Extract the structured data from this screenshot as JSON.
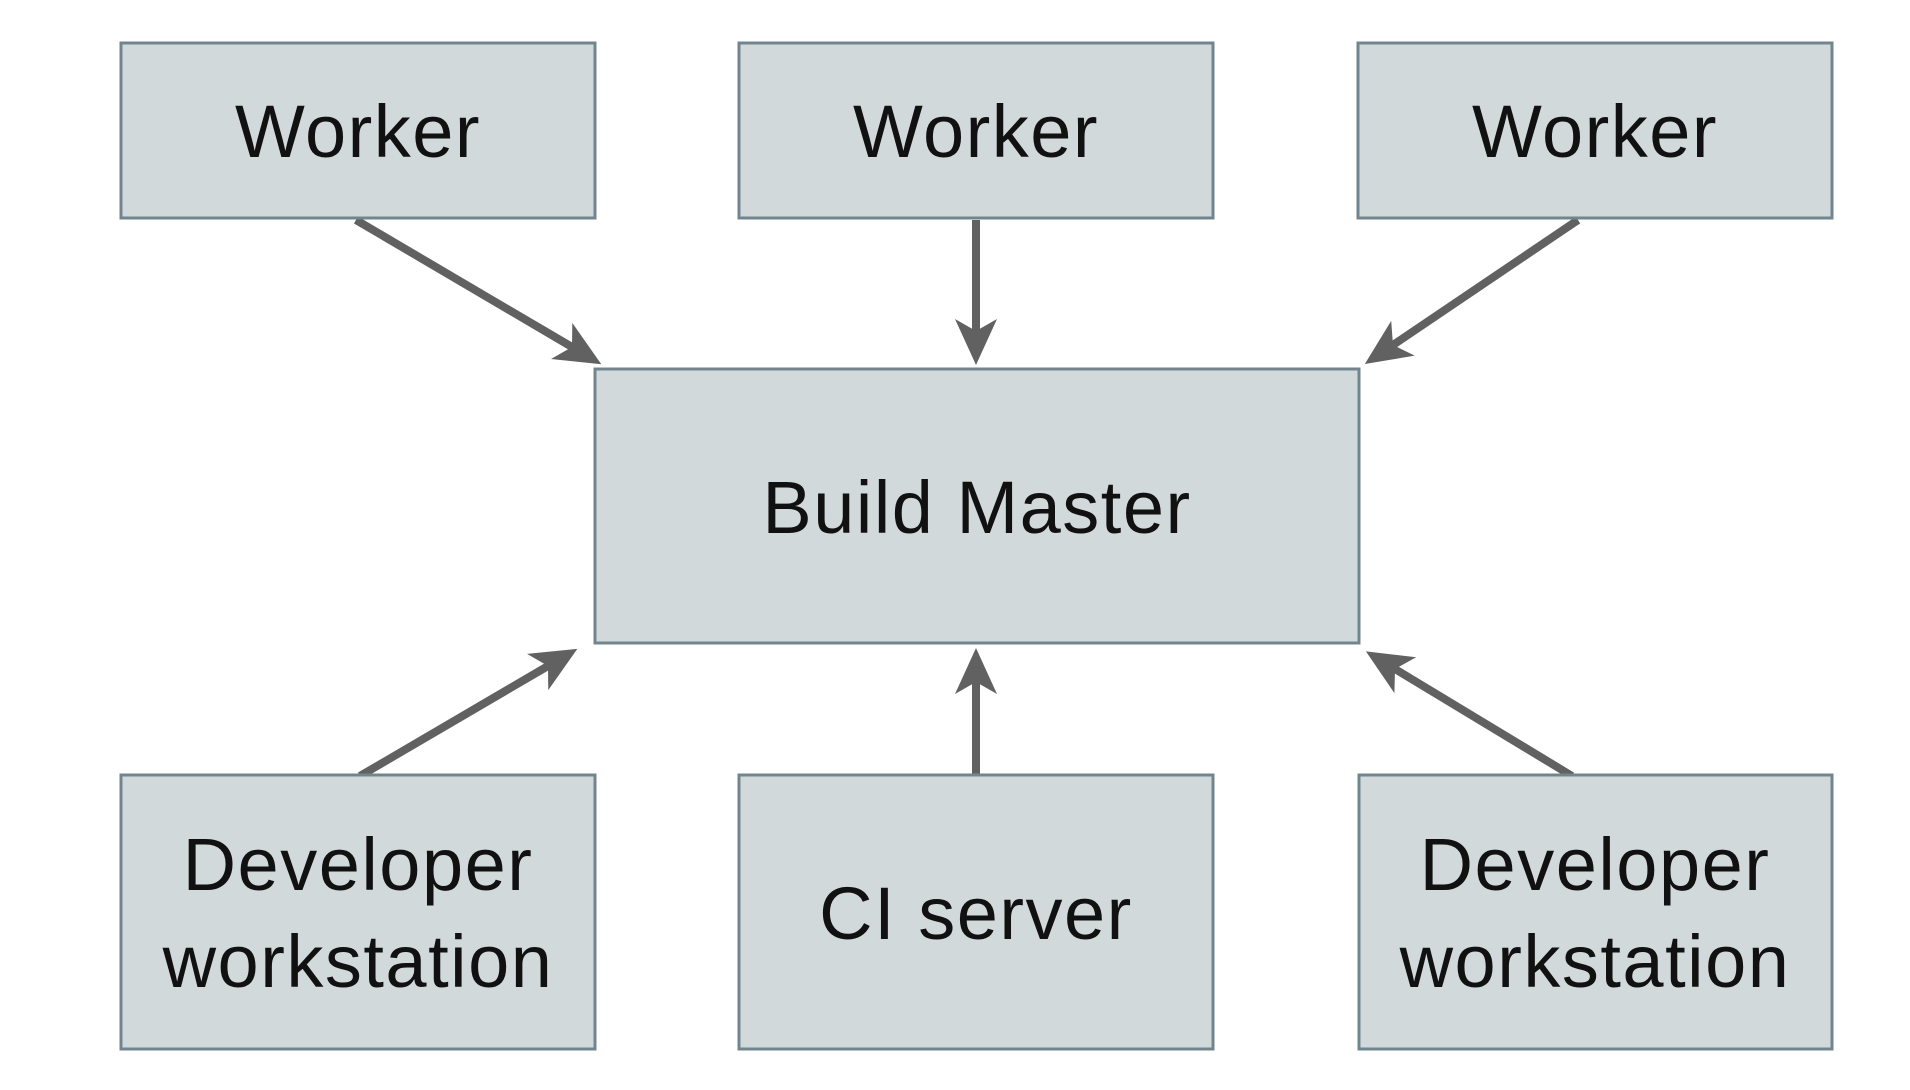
{
  "diagram": {
    "type": "architecture-diagram",
    "colors": {
      "background": "#ffffff",
      "node_fill": "#d2d9db",
      "node_border": "#71858f",
      "arrow": "#616161",
      "text": "#111111"
    },
    "nodes": [
      {
        "id": "worker-1",
        "label": "Worker"
      },
      {
        "id": "worker-2",
        "label": "Worker"
      },
      {
        "id": "worker-3",
        "label": "Worker"
      },
      {
        "id": "build-master",
        "label": "Build Master"
      },
      {
        "id": "developer-workstation-left",
        "label": "Developer workstation",
        "line1": "Developer",
        "line2": "workstation"
      },
      {
        "id": "ci-server",
        "label": "CI server"
      },
      {
        "id": "developer-workstation-right",
        "label": "Developer workstation",
        "line1": "Developer",
        "line2": "workstation"
      }
    ],
    "edges": [
      {
        "from": "worker-1",
        "to": "build-master"
      },
      {
        "from": "worker-2",
        "to": "build-master"
      },
      {
        "from": "worker-3",
        "to": "build-master"
      },
      {
        "from": "developer-workstation-left",
        "to": "build-master"
      },
      {
        "from": "ci-server",
        "to": "build-master"
      },
      {
        "from": "developer-workstation-right",
        "to": "build-master"
      }
    ]
  }
}
